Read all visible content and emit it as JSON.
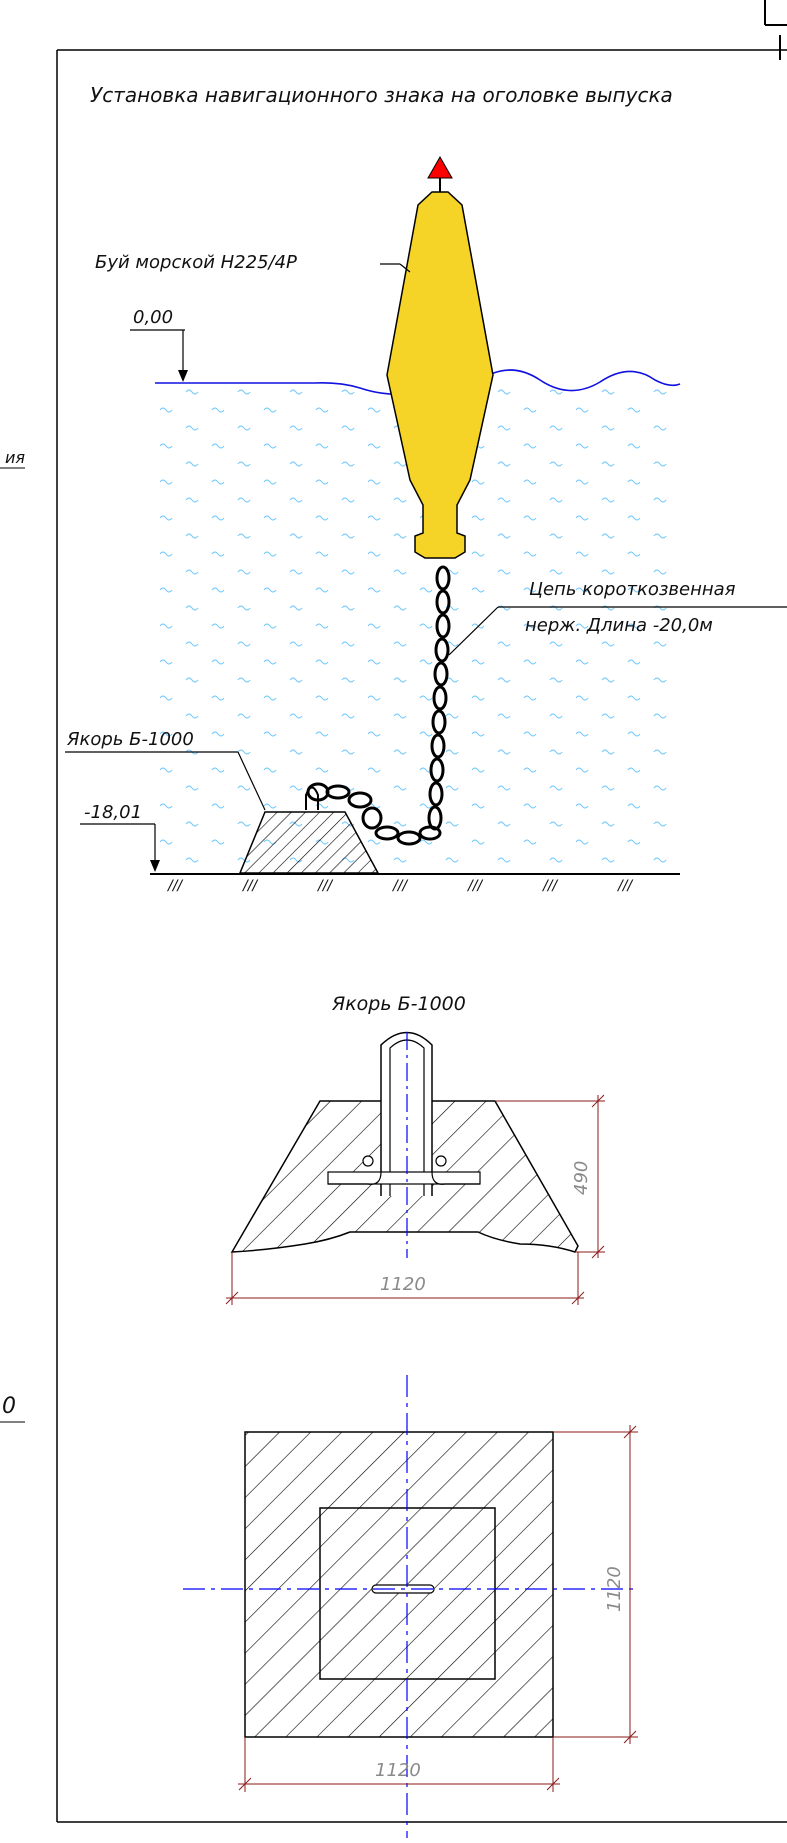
{
  "drawing": {
    "title": "Установка навигационного знака на оголовке выпуска",
    "left_partial_label_1": "ия",
    "left_partial_label_2": "0",
    "buoy_label": "Буй морской H225/4P",
    "water_level": "0,00",
    "chain_label_line1": "Цепь короткозвенная",
    "chain_label_line2": "нерж. Длина -20,0м",
    "anchor_label": "Якорь Б-1000",
    "bottom_level": "-18,01",
    "soil_hatch": "///"
  },
  "anchor_detail": {
    "title": "Якорь Б-1000",
    "side_height": "490",
    "side_width": "1120",
    "plan_height": "1120",
    "plan_width": "1120"
  },
  "colors": {
    "frame": "#000000",
    "water_line": "#1010e0",
    "water_hatch": "#6ec8ff",
    "buoy_fill": "#f5d327",
    "buoy_top": "#ff0000",
    "dimension": "#8b1a1a",
    "centerline": "#0000ff"
  }
}
